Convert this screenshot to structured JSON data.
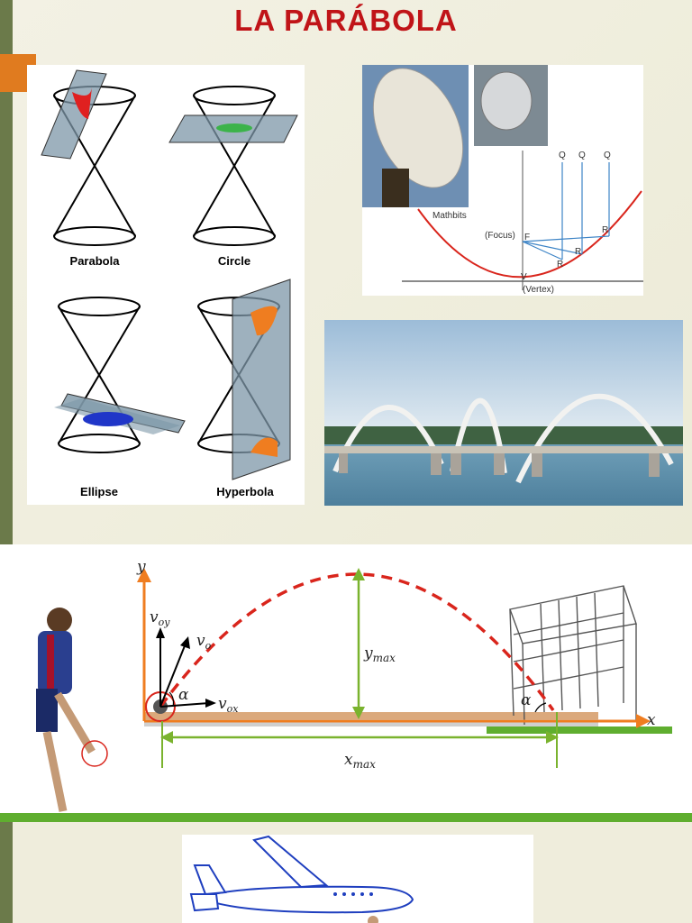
{
  "title": "LA PARÁBOLA",
  "conics": {
    "parabola": "Parabola",
    "circle": "Circle",
    "ellipse": "Ellipse",
    "hyperbola": "Hyperbola"
  },
  "dish": {
    "q1": "Q",
    "q2": "Q",
    "q3": "Q",
    "r1": "R",
    "r2": "R",
    "r3": "R",
    "focus": "(Focus)",
    "f": "F",
    "v": "V",
    "vertex": "(Vertex)",
    "credit": "Mathbits"
  },
  "projectile": {
    "y": "y",
    "x": "x",
    "voy": "v",
    "voy_sub": "oy",
    "vo": "v",
    "vo_sub": "o",
    "vox": "v",
    "vox_sub": "ox",
    "alpha1": "α",
    "alpha2": "α",
    "ymax": "y",
    "ymax_sub": "max",
    "xmax": "x",
    "xmax_sub": "max"
  },
  "colors": {
    "title": "#c01418",
    "accent": "#e07b1f",
    "parabola_red": "#d9251c",
    "axis_green": "#7ab32e"
  }
}
